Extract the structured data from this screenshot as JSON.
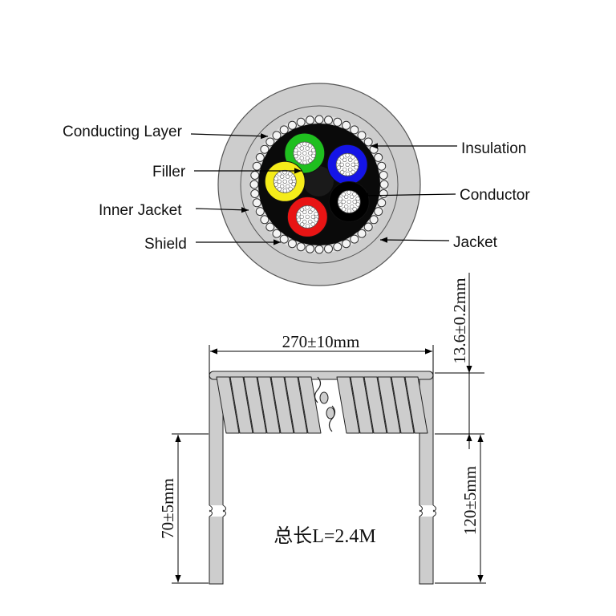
{
  "cross_section": {
    "labels": {
      "conducting_layer": "Conducting Layer",
      "filler": "Filler",
      "inner_jacket": "Inner Jacket",
      "shield": "Shield",
      "insulation": "Insulation",
      "conductor": "Conductor",
      "jacket": "Jacket"
    },
    "cores": [
      {
        "name": "green",
        "color": "#1fbf1f"
      },
      {
        "name": "blue",
        "color": "#1414e6"
      },
      {
        "name": "black",
        "color": "#000000"
      },
      {
        "name": "red",
        "color": "#e81414"
      },
      {
        "name": "yellow",
        "color": "#f5ec1a"
      }
    ]
  },
  "coil_drawing": {
    "width_dim": "270±10mm",
    "coil_dim": "13.6±0.2mm",
    "left_lead_dim": "70±5mm",
    "right_lead_dim": "120±5mm",
    "total_length": "总长L=2.4M"
  }
}
